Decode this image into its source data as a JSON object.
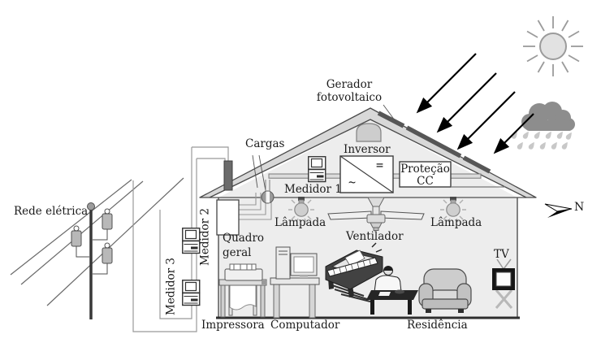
{
  "diagram": {
    "labels": {
      "rede_eletrica": "Rede elétrica",
      "medidor_1": "Medidor 1",
      "medidor_2": "Medidor 2",
      "medidor_3": "Medidor 3",
      "cargas": "Cargas",
      "quadro_geral_1": "Quadro",
      "quadro_geral_2": "geral",
      "inversor": "Inversor",
      "inversor_symbol_dc": "=",
      "inversor_symbol_ac": "~",
      "protecao_1": "Proteção",
      "protecao_2": "CC",
      "gerador_1": "Gerador",
      "gerador_2": "fotovoltaico",
      "lampada_esquerda": "Lâmpada",
      "lampada_direita": "Lâmpada",
      "ventilador": "Ventilador",
      "tv": "TV",
      "impressora": "Impressora",
      "computador": "Computador",
      "residencia": "Residência",
      "norte": "N"
    },
    "icons": [
      "sun-icon",
      "rain-cloud-icon",
      "sunlight-arrow-icon",
      "north-arrow-icon",
      "utility-pole-icon",
      "transformer-icon",
      "meter-icon",
      "junction-icon",
      "solar-panel-icon",
      "attic-vent-icon",
      "chimney-icon",
      "lamp-icon",
      "ceiling-fan-icon",
      "tv-icon",
      "printer-icon",
      "computer-icon",
      "piano-icon",
      "person-icon",
      "coffee-table-icon",
      "sofa-icon",
      "house-icon"
    ],
    "colors": {
      "outline": "#4f4f4f",
      "house_fill": "#ededed",
      "roof_fill": "#d8d8d8",
      "panel_dark": "#565656",
      "cloud_gray": "#8d8d8d",
      "sun_fill": "#e2e2e2",
      "floor_dark": "#2e2e2e"
    }
  }
}
